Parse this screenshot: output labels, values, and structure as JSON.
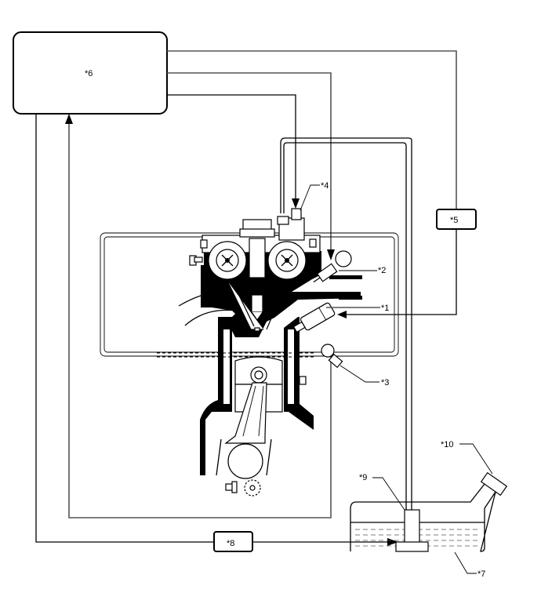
{
  "diagram": {
    "title": "",
    "callouts": {
      "c1": "*1",
      "c2": "*2",
      "c3": "*3",
      "c4": "*4",
      "c5": "*5",
      "c6": "*6",
      "c7": "*7",
      "c8": "*8",
      "c9": "*9",
      "c10": "*10"
    },
    "components": [
      {
        "id": "c1",
        "kind": "fuel-injector"
      },
      {
        "id": "c2",
        "kind": "ignition-coil-spark-plug"
      },
      {
        "id": "c3",
        "kind": "knock-or-temp-sensor"
      },
      {
        "id": "c4",
        "kind": "throttle-or-valve-actuator"
      },
      {
        "id": "c5",
        "kind": "relay-module"
      },
      {
        "id": "c6",
        "kind": "control-unit"
      },
      {
        "id": "c7",
        "kind": "fuel-tank"
      },
      {
        "id": "c8",
        "kind": "pump-relay-module"
      },
      {
        "id": "c9",
        "kind": "fuel-pump"
      },
      {
        "id": "c10",
        "kind": "filler-cap"
      }
    ],
    "colors": {
      "line": "#000000",
      "signal_line": "#555555",
      "background": "#ffffff"
    }
  }
}
